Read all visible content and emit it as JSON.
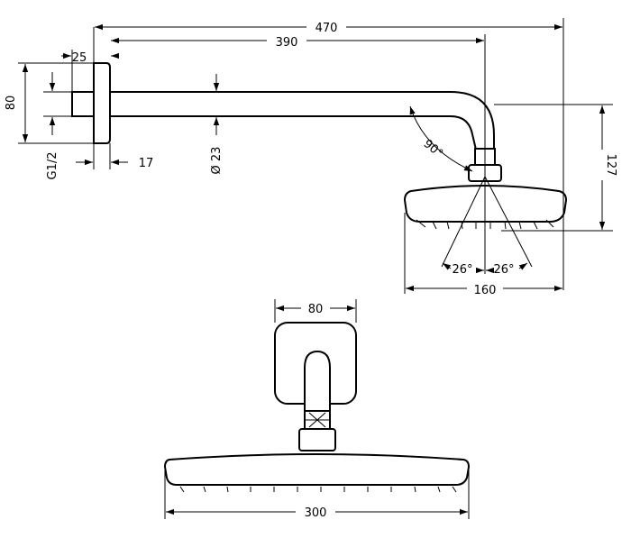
{
  "side_view": {
    "dim_total_length": "470",
    "dim_arm_length": "390",
    "dim_flange_depth": "25",
    "dim_flange_height": "80",
    "dim_thread": "G1/2",
    "dim_wall_offset": "17",
    "dim_pipe_diameter": "Ø 23",
    "dim_elbow_angle": "90°",
    "dim_head_height": "127",
    "dim_head_diameter": "160",
    "dim_spray_angle_left": "26°",
    "dim_spray_angle_right": "26°"
  },
  "front_view": {
    "dim_flange_width": "80",
    "dim_head_width": "300"
  }
}
